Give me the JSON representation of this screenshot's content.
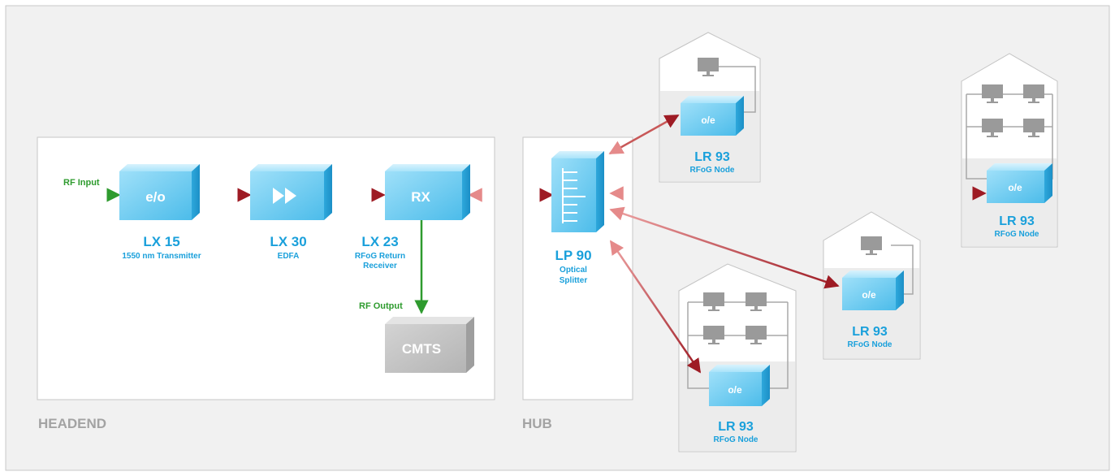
{
  "colors": {
    "background": "#f1f1f1",
    "box_face": "#5dc6ef",
    "accent_text": "#1aa0db",
    "rf_green": "#3a9e3a",
    "rf_label": "#2e9b2e",
    "fiber_dark": "#9e1b24",
    "fiber_light": "#e58a8a",
    "region_label": "#a3a3a3"
  },
  "regions": {
    "headend": "HEADEND",
    "hub": "HUB"
  },
  "labels": {
    "rf_input": "RF Input",
    "rf_output": "RF Output"
  },
  "devices": {
    "lx15": {
      "face": "e/o",
      "name": "LX 15",
      "desc": [
        "1550 nm Transmitter"
      ]
    },
    "lx30": {
      "face_icon": "fast-forward-icon",
      "name": "LX 30",
      "desc": [
        "EDFA"
      ]
    },
    "lx23": {
      "face": "RX",
      "name": "LX 23",
      "desc": [
        "RFoG Return",
        "Receiver"
      ]
    },
    "cmts": {
      "face": "CMTS"
    },
    "lp90": {
      "name": "LP 90",
      "desc": [
        "Optical",
        "Splitter"
      ]
    }
  },
  "nodes": [
    {
      "face": "o/e",
      "name": "LR 93",
      "desc": "RFoG Node",
      "monitors": 1
    },
    {
      "face": "o/e",
      "name": "LR 93",
      "desc": "RFoG Node",
      "monitors": 4
    },
    {
      "face": "o/e",
      "name": "LR 93",
      "desc": "RFoG Node",
      "monitors": 1
    },
    {
      "face": "o/e",
      "name": "LR 93",
      "desc": "RFoG Node",
      "monitors": 4
    }
  ]
}
